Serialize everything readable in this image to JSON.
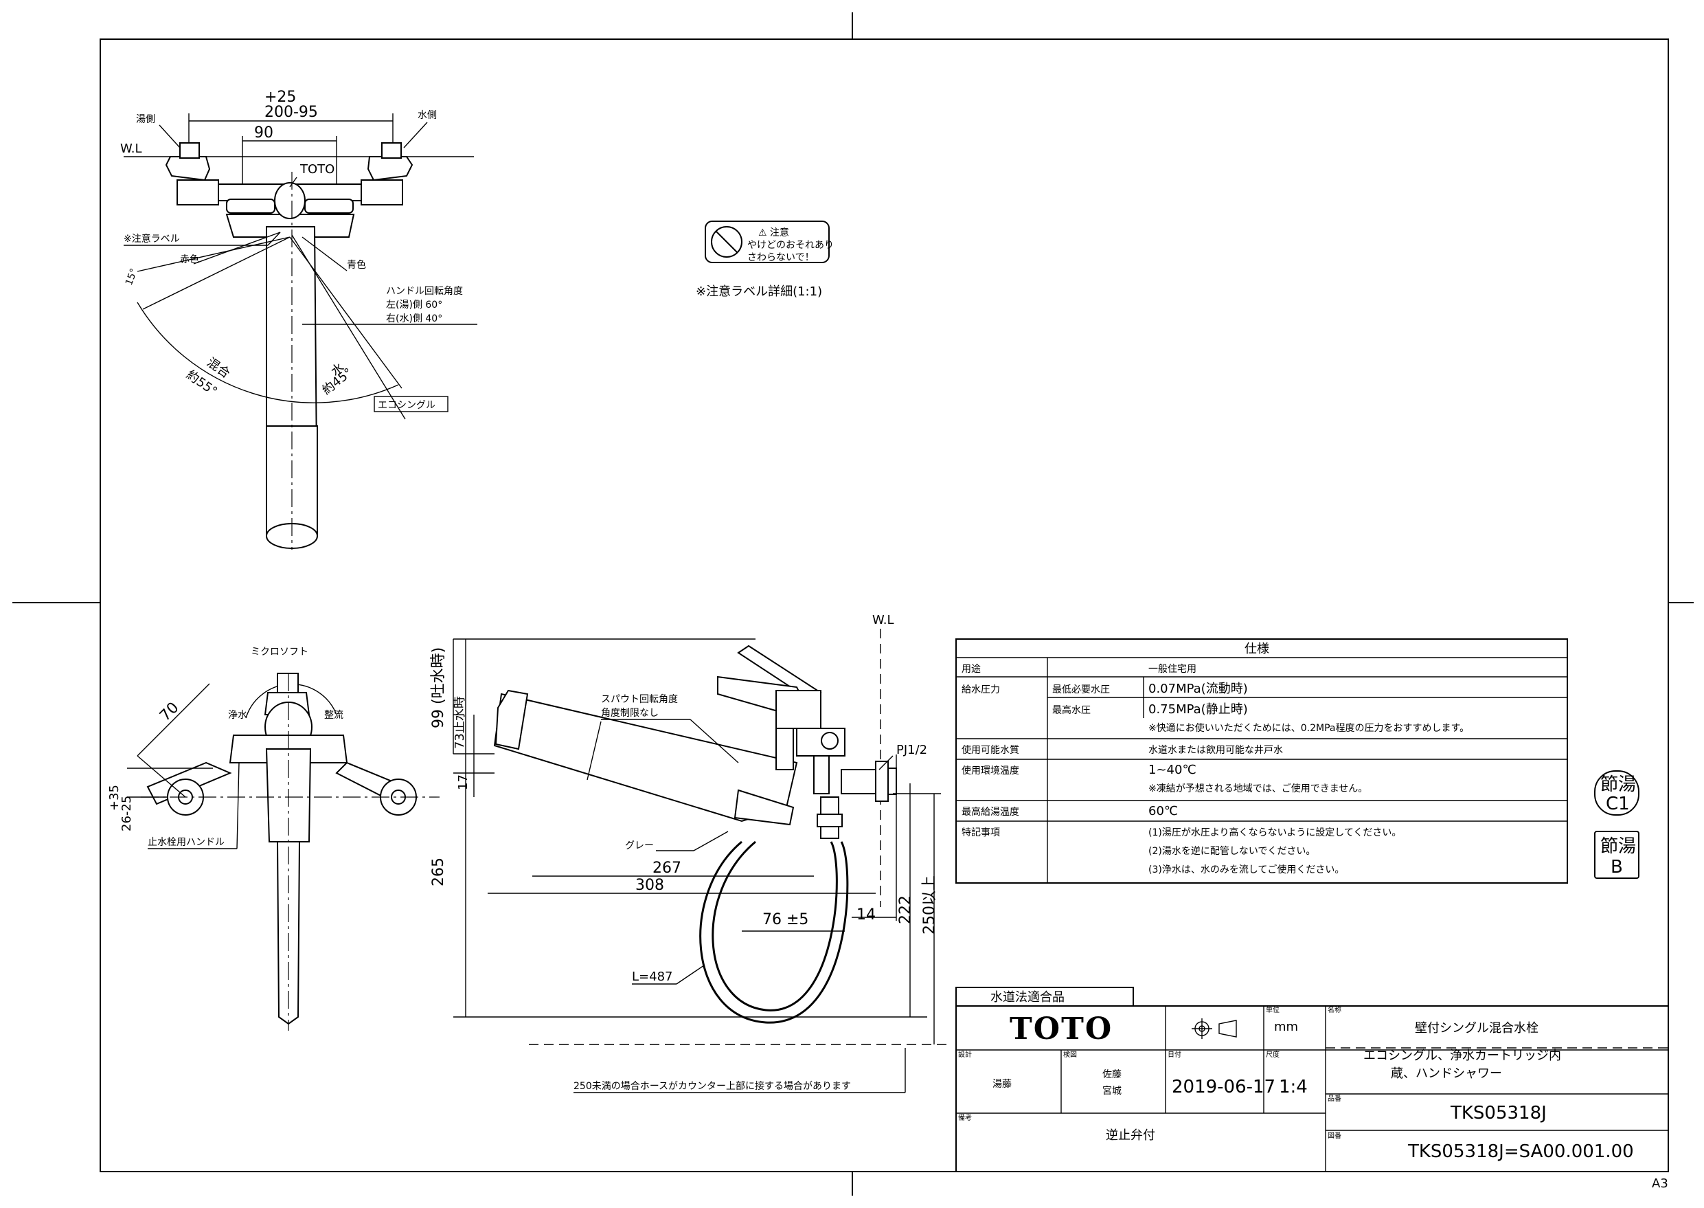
{
  "top_view": {
    "label_hot": "湯側",
    "label_cold": "水側",
    "wl": "W.L",
    "dim_tol": "+25",
    "dim_200": "200-95",
    "dim_90": "90",
    "brand_mark": "TOTO",
    "caution_label": "※注意ラベル",
    "red": "赤色",
    "blue": "青色",
    "handle_angle_title": "ハンドル回転角度",
    "handle_left": "左(湯)側 60°",
    "handle_right": "右(水)側 40°",
    "angle_15": "15°",
    "angle_mix": "混合",
    "angle_55": "約55°",
    "angle_water": "水",
    "angle_45": "約45°",
    "eco_label": "エコシングル"
  },
  "caution": {
    "title": "⚠ 注意",
    "line1": "やけどのおそれあり",
    "line2": "さわらないで！",
    "detail": "※注意ラベル詳細(1:1)"
  },
  "front_view": {
    "microsoft": "ミクロソフト",
    "purified": "浄水",
    "shower": "整流",
    "dim_70": "70",
    "dim_35": "+35",
    "dim_26": "26-25",
    "stop_handle": "止水栓用ハンドル"
  },
  "side_view": {
    "wl": "W.L",
    "spout_note1": "スパウト回転角度",
    "spout_note2": "角度制限なし",
    "dim_99": "99 (吐水時)",
    "dim_73": "73止水時",
    "dim_17": "17",
    "dim_265": "265",
    "grey": "グレー",
    "dim_267": "267",
    "dim_308": "308",
    "dim_76": "76 ±5",
    "dim_14": "14",
    "dim_222": "222",
    "dim_250": "250以上",
    "hose_len": "L=487",
    "pj": "PJ1/2",
    "hose_note": "250未満の場合ホースがカウンター上部に接する場合があります"
  },
  "spec": {
    "title": "仕様",
    "rows": [
      {
        "label": "用途",
        "sub": "",
        "value": "一般住宅用"
      },
      {
        "label": "給水圧力",
        "sub": "最低必要水圧",
        "value": "0.07MPa(流動時)"
      },
      {
        "label": "",
        "sub": "最高水圧",
        "value": "0.75MPa(静止時)"
      },
      {
        "label": "",
        "sub": "",
        "value": "※快適にお使いいただくためには、0.2MPa程度の圧力をおすすめします。"
      },
      {
        "label": "使用可能水質",
        "sub": "",
        "value": "水道水または飲用可能な井戸水"
      },
      {
        "label": "使用環境温度",
        "sub": "",
        "value": "1~40℃"
      },
      {
        "label": "",
        "sub": "",
        "value": "※凍結が予想される地域では、ご使用できません。"
      },
      {
        "label": "最高給湯温度",
        "sub": "",
        "value": "60℃"
      },
      {
        "label": "特記事項",
        "sub": "",
        "value": "(1)湯圧が水圧より高くならないように設定してください。"
      },
      {
        "label": "",
        "sub": "",
        "value": "(2)湯水を逆に配管しないでください。"
      },
      {
        "label": "",
        "sub": "",
        "value": "(3)浄水は、水のみを流してご使用ください。"
      }
    ]
  },
  "badges": {
    "b1_top": "節湯",
    "b1_bottom": "C1",
    "b2_top": "節湯",
    "b2_bottom": "B"
  },
  "title_block": {
    "cert": "水道法適合品",
    "logo": "TOTO",
    "unit_label": "単位",
    "unit": "mm",
    "name_label": "名称",
    "name1": "壁付シングル混合水栓",
    "name2": "エコシングル、浄水カートリッジ内",
    "name3": "蔵、ハンドシャワー",
    "design_label": "設計",
    "inspect_label": "検図",
    "designer": "湯藤",
    "approver1": "佐藤",
    "approver2": "宮城",
    "date_label": "日付",
    "date": "2019-06-17",
    "scale_label": "尺度",
    "scale": "1:4",
    "model_label": "品番",
    "model": "TKS05318J",
    "note_label": "備考",
    "note": "逆止弁付",
    "drawing_label": "図番",
    "drawing": "TKS05318J=SA00.001.00",
    "paper": "A3"
  }
}
